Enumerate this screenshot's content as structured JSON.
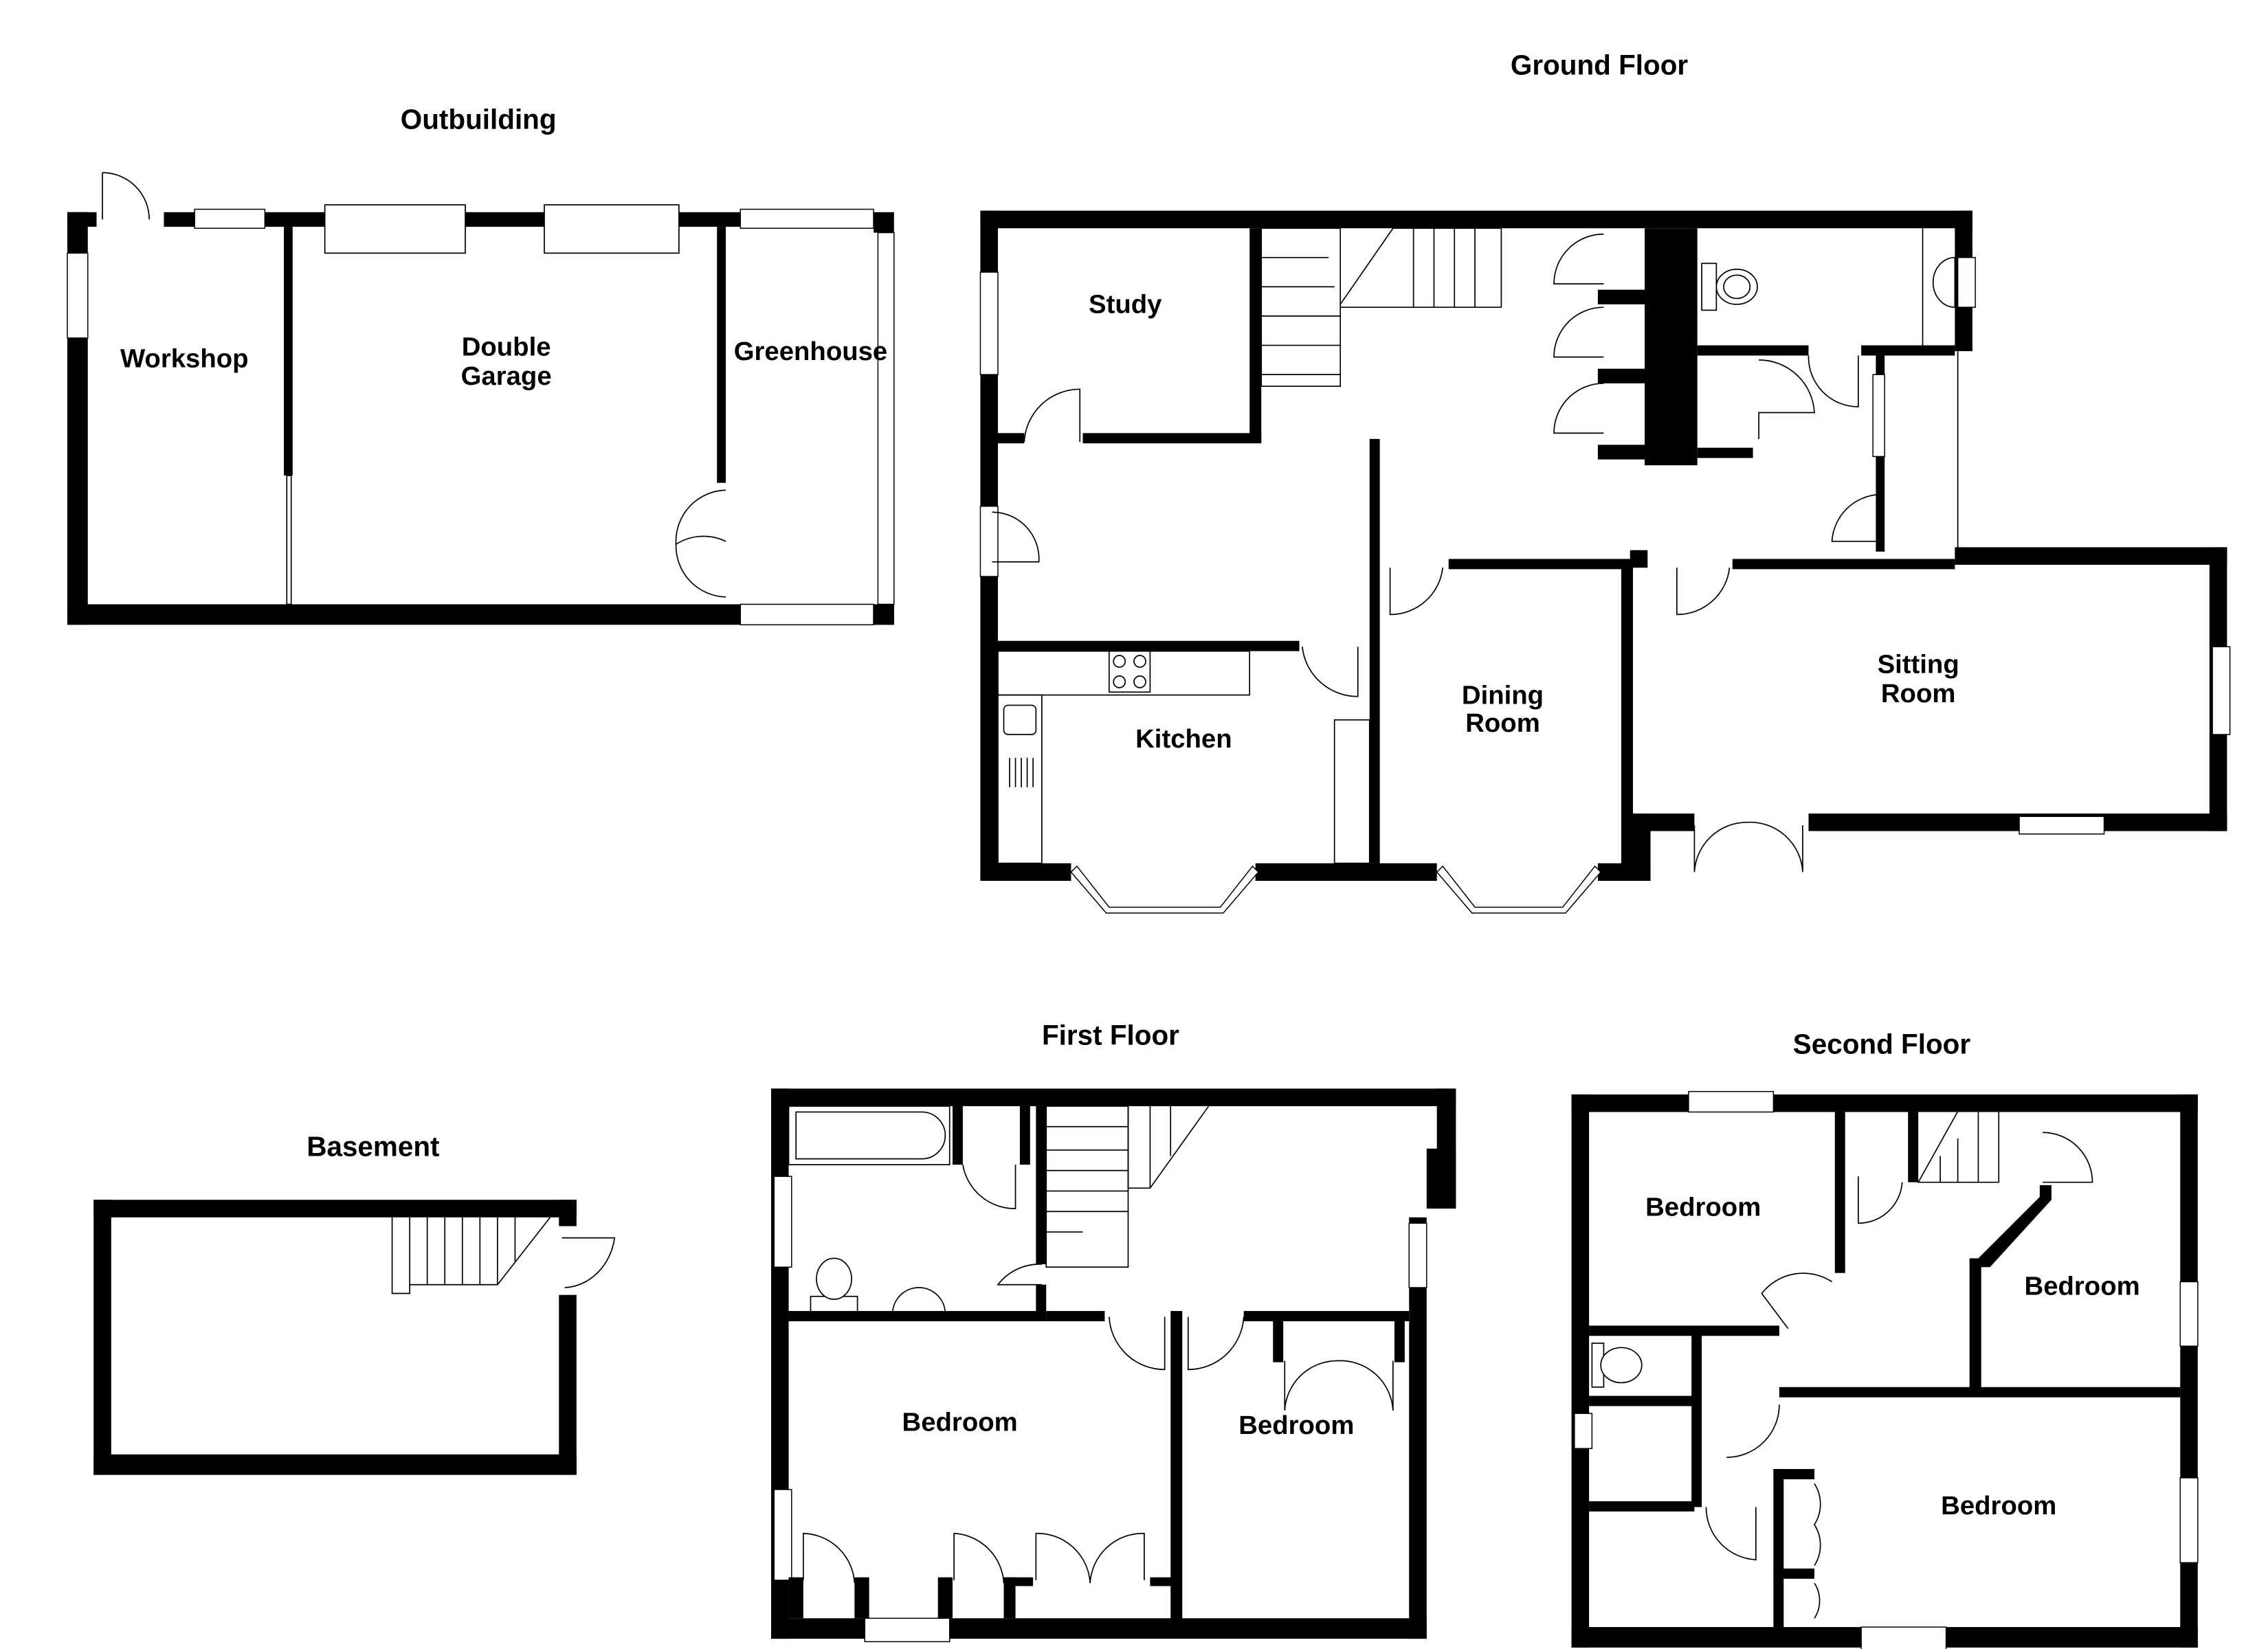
{
  "colors": {
    "wall": "#000000",
    "background": "#ffffff",
    "line": "#000000"
  },
  "outbuilding": {
    "title": "Outbuilding",
    "rooms": {
      "workshop": "Workshop",
      "double_garage_1": "Double",
      "double_garage_2": "Garage",
      "greenhouse": "Greenhouse"
    }
  },
  "ground_floor": {
    "title": "Ground Floor",
    "rooms": {
      "study": "Study",
      "kitchen": "Kitchen",
      "dining_1": "Dining",
      "dining_2": "Room",
      "sitting_1": "Sitting",
      "sitting_2": "Room"
    }
  },
  "basement": {
    "title": "Basement"
  },
  "first_floor": {
    "title": "First Floor",
    "rooms": {
      "bedroom_left": "Bedroom",
      "bedroom_right": "Bedroom"
    }
  },
  "second_floor": {
    "title": "Second Floor",
    "rooms": {
      "bedroom_top_left": "Bedroom",
      "bedroom_right": "Bedroom",
      "bedroom_bottom": "Bedroom"
    }
  }
}
